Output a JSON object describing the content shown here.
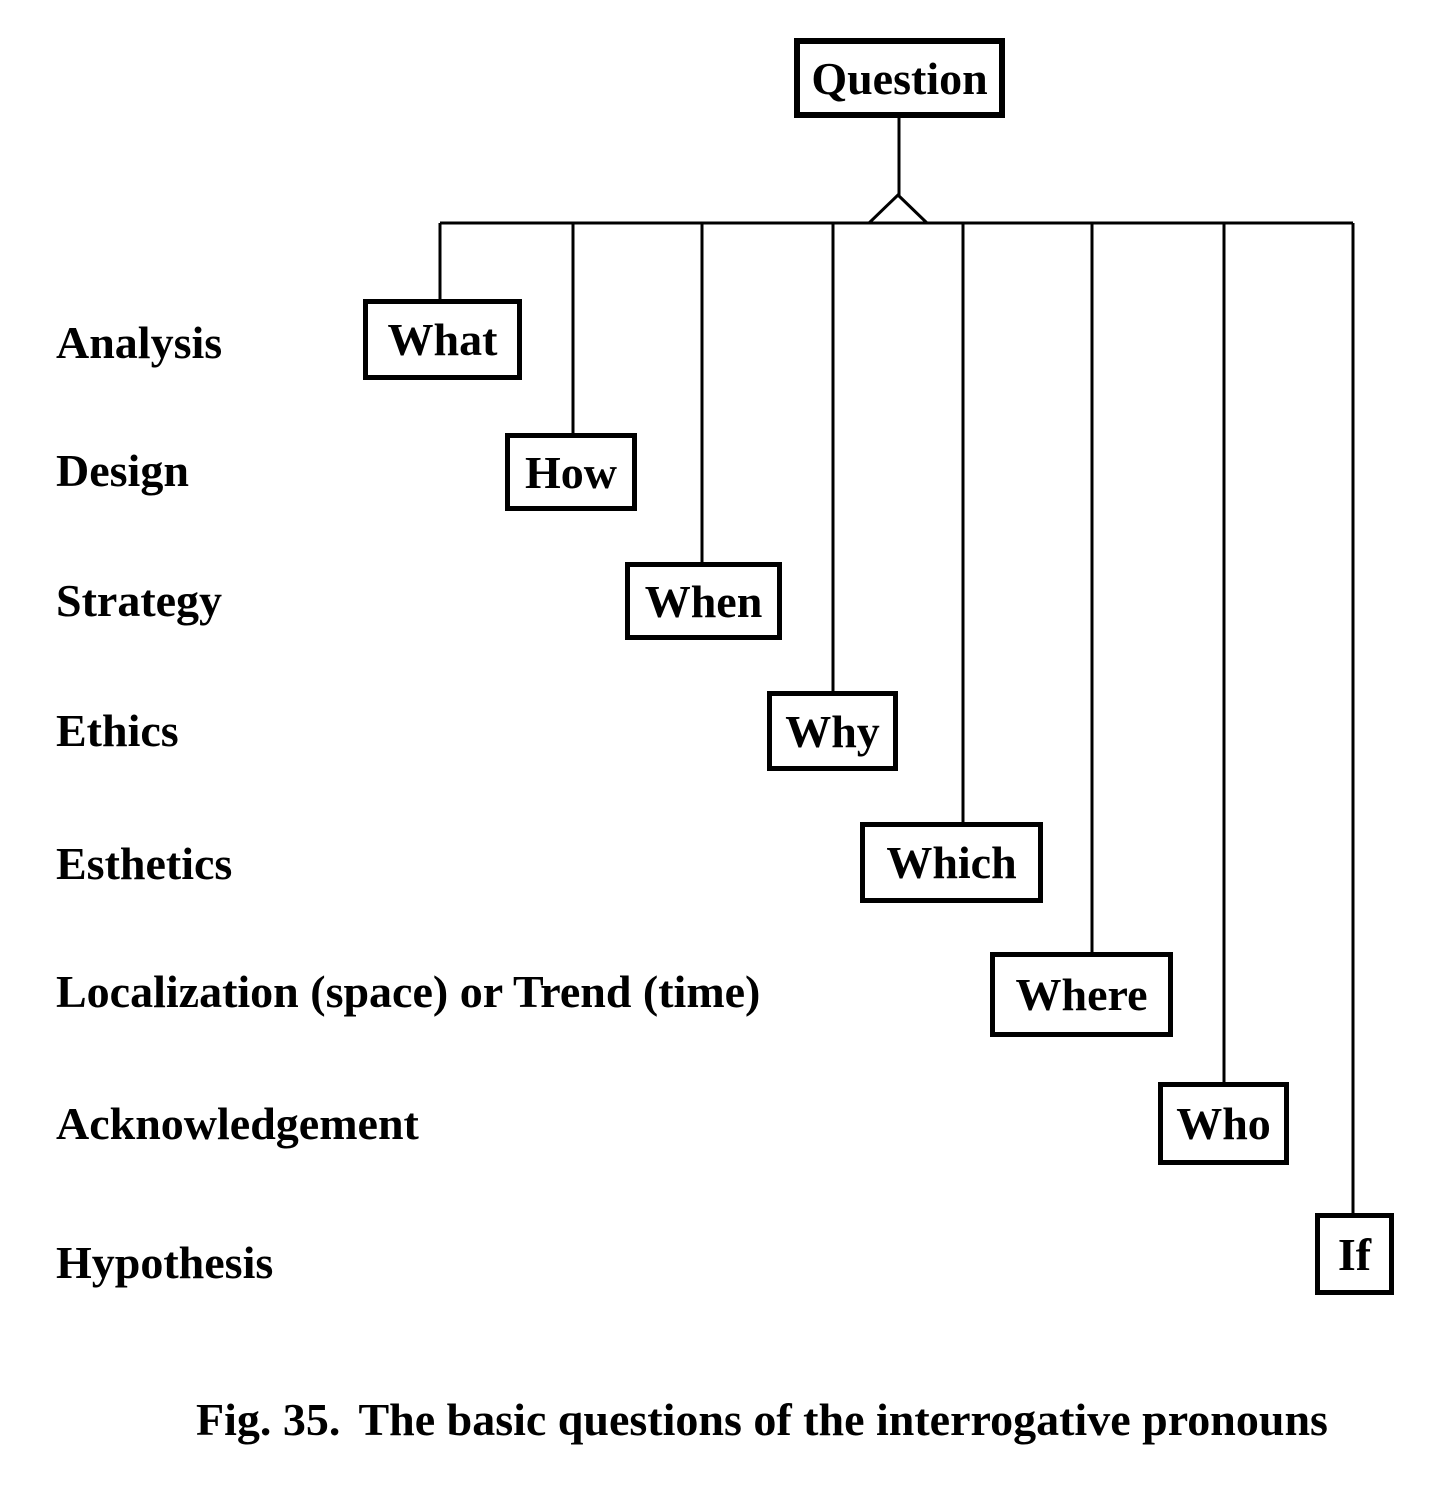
{
  "diagram": {
    "root": "Question",
    "rows": [
      {
        "category": "Analysis",
        "pronoun": "What"
      },
      {
        "category": "Design",
        "pronoun": "How"
      },
      {
        "category": "Strategy",
        "pronoun": "When"
      },
      {
        "category": "Ethics",
        "pronoun": "Why"
      },
      {
        "category": "Esthetics",
        "pronoun": "Which"
      },
      {
        "category": "Localization (space) or Trend (time)",
        "pronoun": "Where"
      },
      {
        "category": "Acknowledgement",
        "pronoun": "Who"
      },
      {
        "category": "Hypothesis",
        "pronoun": "If"
      }
    ]
  },
  "caption": {
    "prefix": "Fig. 35.",
    "text": "The basic questions of the interrogative pronouns"
  },
  "colors": {
    "line": "#000000",
    "text": "#000000",
    "background": "#ffffff"
  }
}
